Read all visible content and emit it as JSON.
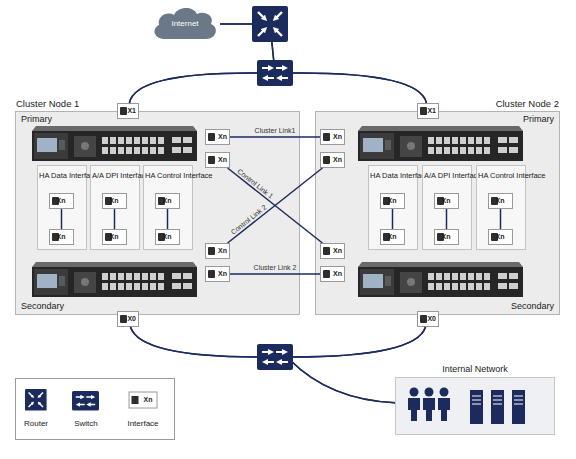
{
  "diagram": {
    "nodes": [
      {
        "text": [
          "Internet"
        ]
      },
      {
        "text": [
          "Cluster Node 1",
          "Primary",
          "Secondary"
        ]
      },
      {
        "text": [
          "X1"
        ],
        "in": 1
      },
      {
        "text": [
          "Xn"
        ],
        "in": 1
      },
      {
        "text": [
          "Xn"
        ],
        "in": 1
      },
      {
        "text": [
          "HA Data Interface"
        ],
        "in": 1
      },
      {
        "text": [
          "Xn"
        ],
        "in": 5
      },
      {
        "text": [
          "Xn"
        ],
        "in": 5
      },
      {
        "text": [
          "A/A DPI Interface"
        ],
        "in": 1
      },
      {
        "text": [
          "Xn"
        ],
        "in": 8
      },
      {
        "text": [
          "Xn"
        ],
        "in": 8
      },
      {
        "text": [
          "HA Control Interface"
        ],
        "in": 1
      },
      {
        "text": [
          "Xn"
        ],
        "in": 11
      },
      {
        "text": [
          "Xn"
        ],
        "in": 11
      },
      {
        "text": [
          "Xn"
        ],
        "in": 1
      },
      {
        "text": [
          "Xn"
        ],
        "in": 1
      },
      {
        "text": [
          "X0"
        ],
        "in": 1
      },
      {
        "text": [
          "Cluster Node 2",
          "Primary",
          "Secondary"
        ]
      },
      {
        "text": [
          "X1"
        ],
        "in": 17
      },
      {
        "text": [
          "Xn"
        ],
        "in": 17
      },
      {
        "text": [
          "Xn"
        ],
        "in": 17
      },
      {
        "text": [
          "HA Data Interface"
        ],
        "in": 17
      },
      {
        "text": [
          "Xn"
        ],
        "in": 21
      },
      {
        "text": [
          "Xn"
        ],
        "in": 21
      },
      {
        "text": [
          "A/A DPI Interface"
        ],
        "in": 17
      },
      {
        "text": [
          "Xn"
        ],
        "in": 24
      },
      {
        "text": [
          "Xn"
        ],
        "in": 24
      },
      {
        "text": [
          "HA Control Interface"
        ],
        "in": 17
      },
      {
        "text": [
          "Xn"
        ],
        "in": 27
      },
      {
        "text": [
          "Xn"
        ],
        "in": 27
      },
      {
        "text": [
          "Xn"
        ],
        "in": 17
      },
      {
        "text": [
          "Xn"
        ],
        "in": 17
      },
      {
        "text": [
          "X0"
        ],
        "in": 17
      },
      {
        "text": [
          "Internal Network"
        ]
      }
    ],
    "edges": [
      {
        "from": 2,
        "to": 18,
        "arrow": "none"
      },
      {
        "from": 2,
        "to": 0,
        "arrow": "none"
      },
      {
        "from": 18,
        "to": 0,
        "arrow": "none"
      },
      {
        "from": 3,
        "to": 19,
        "label": "Cluster Link1",
        "arrow": "none"
      },
      {
        "from": 4,
        "to": 30,
        "label": "Control Link 1",
        "arrow": "none"
      },
      {
        "from": 14,
        "to": 20,
        "label": "Control Link 2",
        "arrow": "none"
      },
      {
        "from": 15,
        "to": 31,
        "label": "Cluster Link 2",
        "arrow": "none"
      },
      {
        "from": 6,
        "to": 7,
        "arrow": "none"
      },
      {
        "from": 9,
        "to": 10,
        "arrow": "none"
      },
      {
        "from": 12,
        "to": 13,
        "arrow": "none"
      },
      {
        "from": 22,
        "to": 23,
        "arrow": "none"
      },
      {
        "from": 25,
        "to": 26,
        "arrow": "none"
      },
      {
        "from": 28,
        "to": 29,
        "arrow": "none"
      },
      {
        "from": 16,
        "to": 32,
        "arrow": "none"
      },
      {
        "from": 16,
        "to": 33,
        "arrow": "none"
      },
      {
        "from": 32,
        "to": 33,
        "arrow": "none"
      }
    ],
    "labels": [
      "Xn"
    ],
    "legend": [
      {
        "text": "Router"
      },
      {
        "text": "Switch"
      },
      {
        "text": "Interface"
      }
    ]
  }
}
